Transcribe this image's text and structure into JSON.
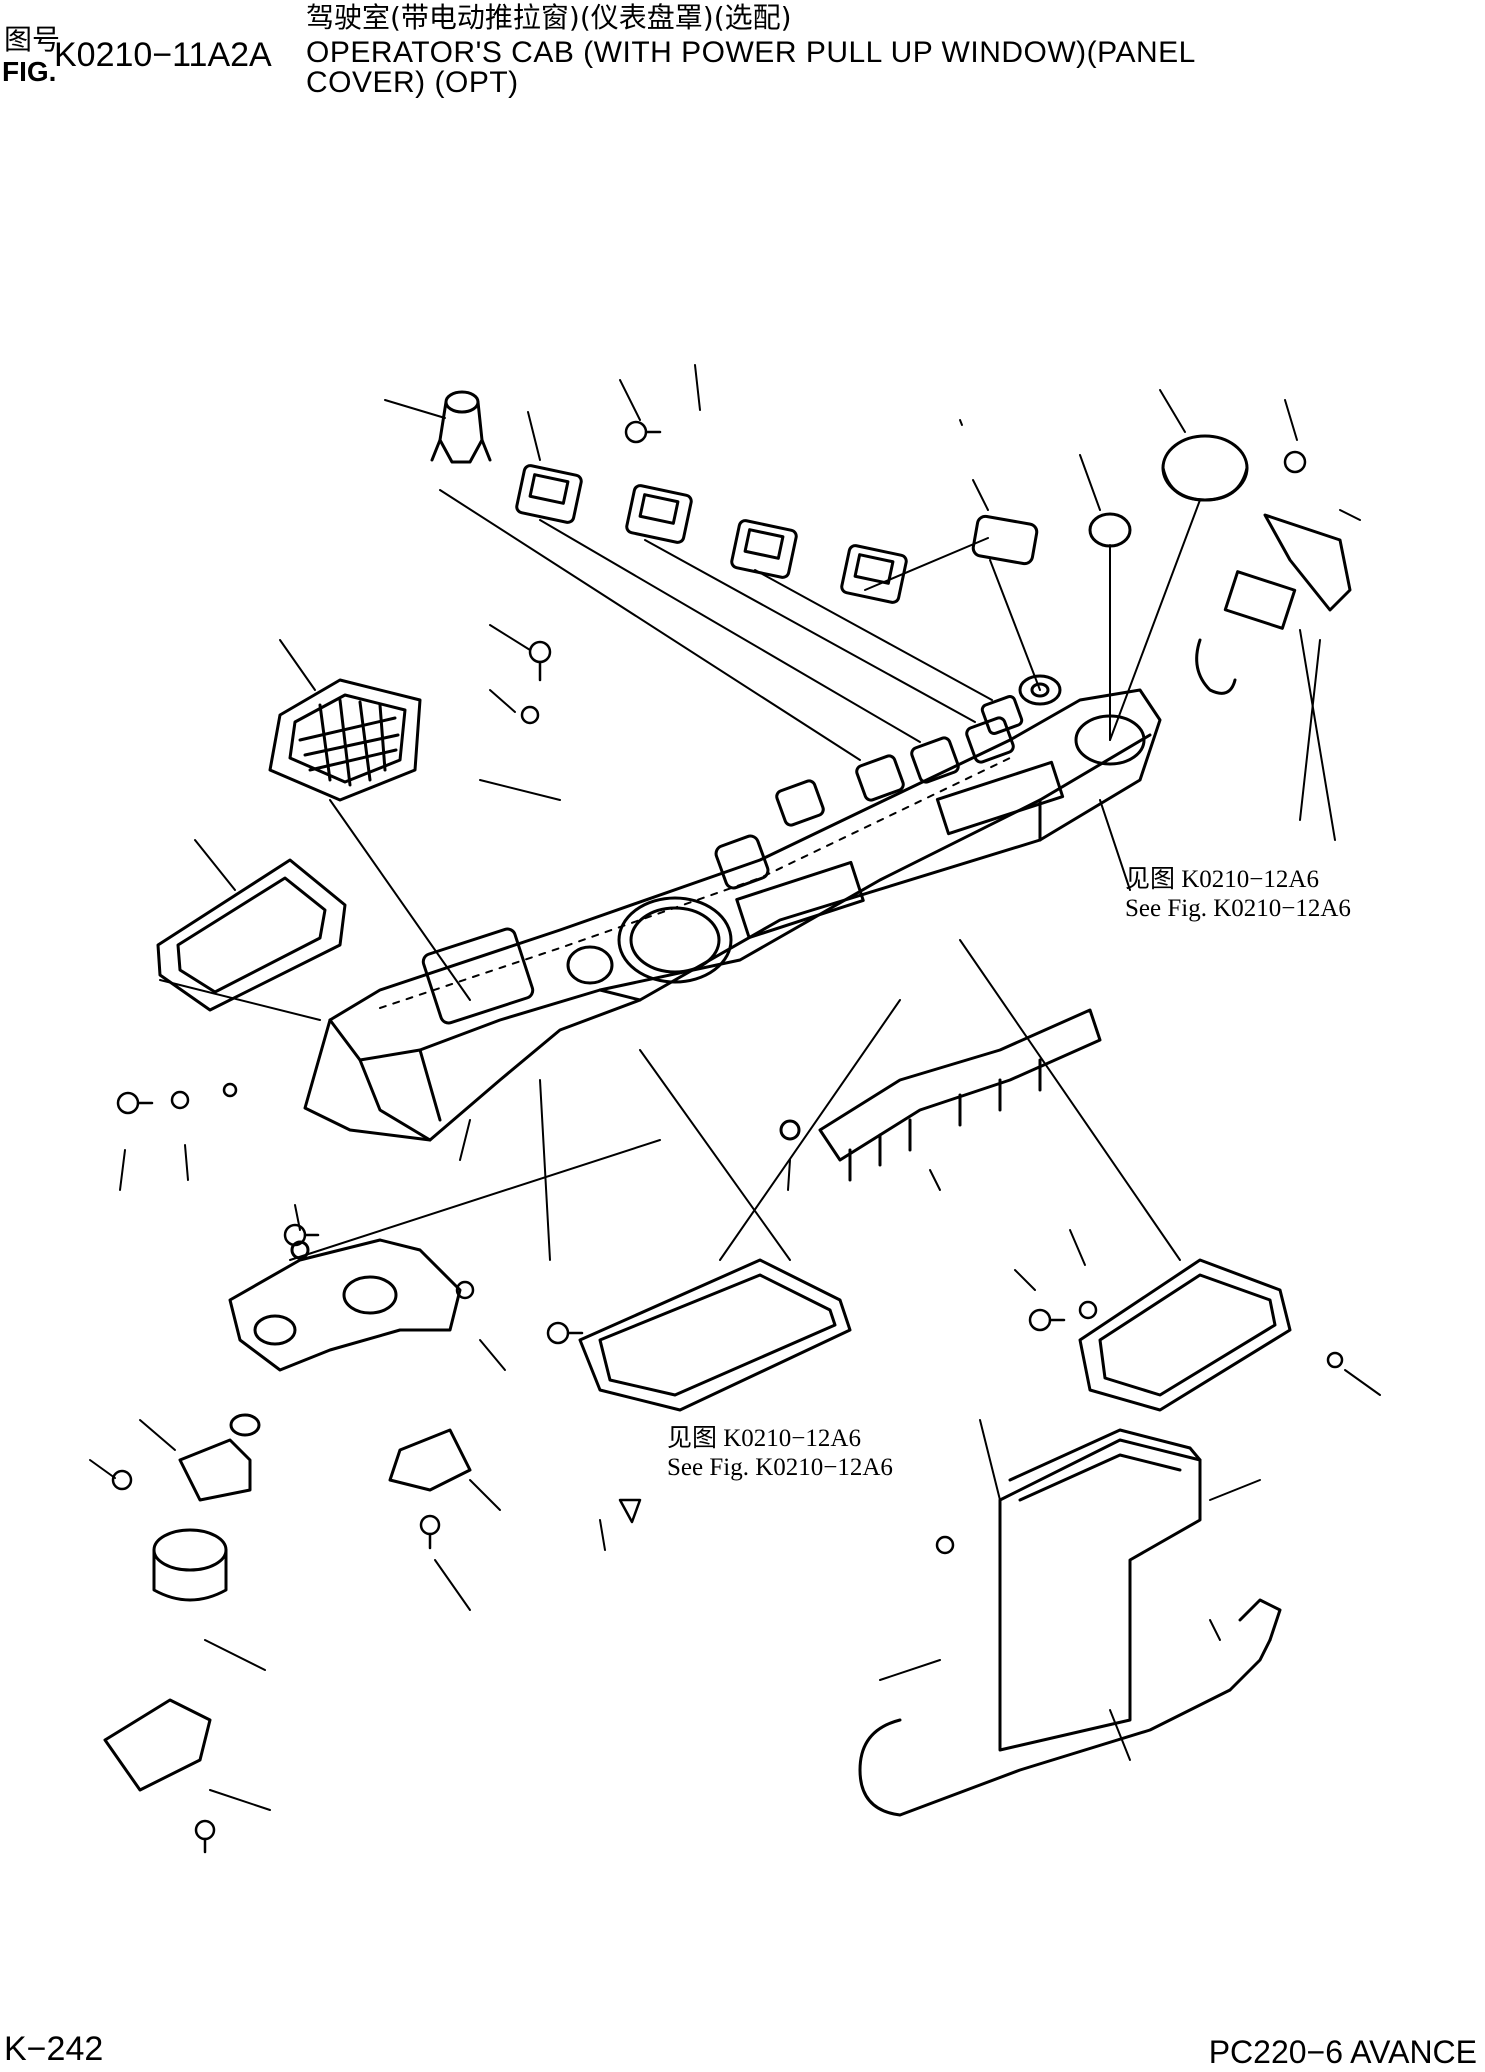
{
  "header": {
    "fig_label_cn": "图号",
    "fig_label_en": "FIG.",
    "fig_number": "K0210−11A2A",
    "title_cn": "驾驶室(带电动推拉窗)(仪表盘罩)(选配)",
    "title_en_line1": "OPERATOR'S CAB (WITH POWER PULL UP WINDOW)(PANEL",
    "title_en_line2": "COVER) (OPT)"
  },
  "references": [
    {
      "cn": "见图 K0210−12A6",
      "en": "See Fig. K0210−12A6"
    },
    {
      "cn": "见图 K0210−12A6",
      "en": "See Fig. K0210−12A6"
    }
  ],
  "footer": {
    "page_number": "K−242",
    "model": "PC220−6 AVANCE"
  }
}
